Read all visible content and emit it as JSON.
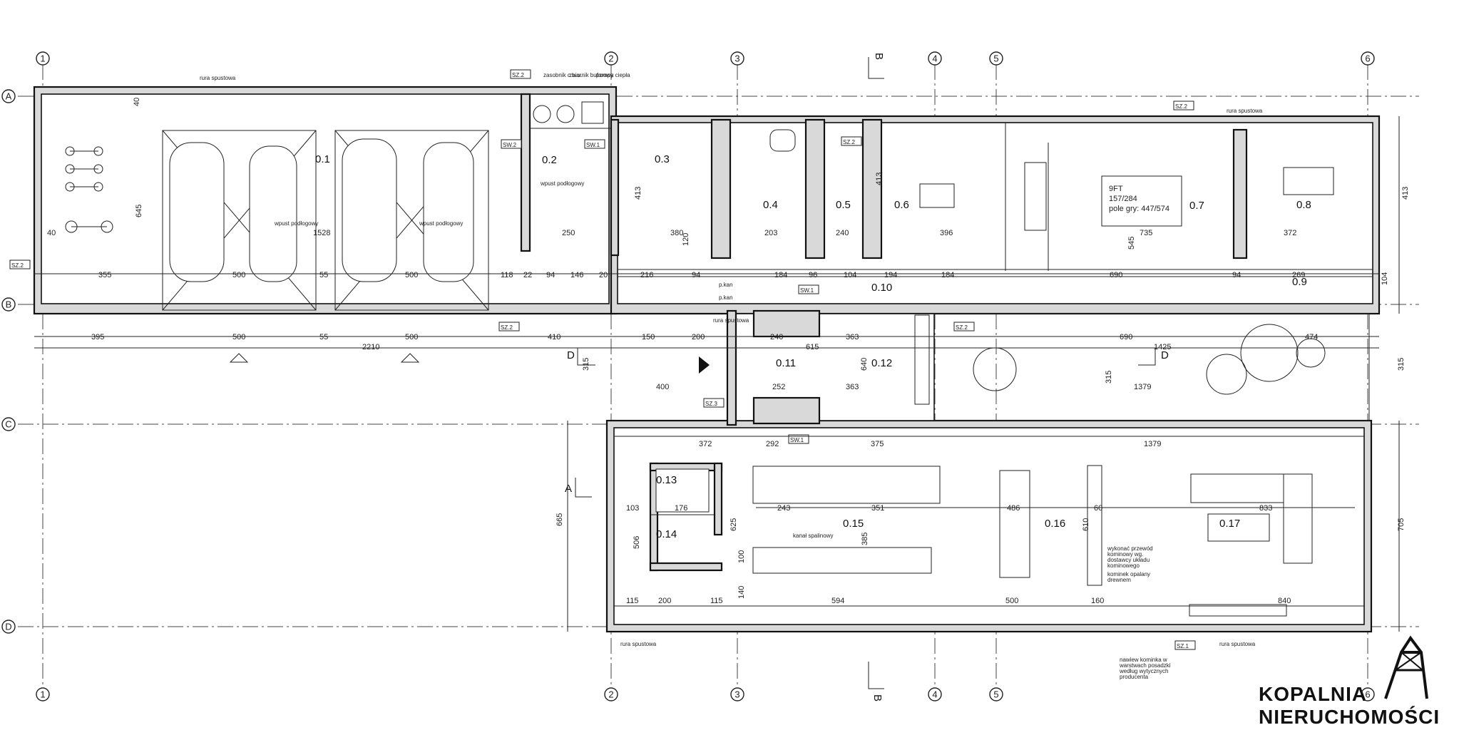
{
  "grid": {
    "cols": [
      {
        "label": "1"
      },
      {
        "label": "2"
      },
      {
        "label": "3"
      },
      {
        "label": "4"
      },
      {
        "label": "5"
      },
      {
        "label": "6"
      }
    ],
    "rows": [
      {
        "label": "A"
      },
      {
        "label": "B"
      },
      {
        "label": "C"
      },
      {
        "label": "D"
      }
    ]
  },
  "rooms": [
    {
      "label": "0.1"
    },
    {
      "label": "0.2"
    },
    {
      "label": "0.3"
    },
    {
      "label": "0.4"
    },
    {
      "label": "0.5"
    },
    {
      "label": "0.6"
    },
    {
      "label": "0.7"
    },
    {
      "label": "0.8"
    },
    {
      "label": "0.9"
    },
    {
      "label": "0.10"
    },
    {
      "label": "0.11"
    },
    {
      "label": "0.12"
    },
    {
      "label": "0.13"
    },
    {
      "label": "0.14"
    },
    {
      "label": "0.15"
    },
    {
      "label": "0.16"
    },
    {
      "label": "0.17"
    }
  ],
  "tags": [
    {
      "label": "SZ.2"
    },
    {
      "label": "SZ.2"
    },
    {
      "label": "SZ.2"
    },
    {
      "label": "SZ.2"
    },
    {
      "label": "SZ.2"
    },
    {
      "label": "SZ.2"
    },
    {
      "label": "SZ.1"
    },
    {
      "label": "SW.2"
    },
    {
      "label": "SW.1"
    },
    {
      "label": "SW.1"
    },
    {
      "label": "SW.1"
    },
    {
      "label": "SZ.3"
    }
  ],
  "sections": [
    {
      "label": "A"
    },
    {
      "label": "B"
    },
    {
      "label": "B"
    },
    {
      "label": "D"
    },
    {
      "label": "D"
    }
  ],
  "billiard": {
    "line1": "9FT",
    "line2": "157/284",
    "line3": "pole gry: 447/574"
  },
  "notes": {
    "rura": "rura spustowa",
    "zasobnik": "zasobnik c.w.u.",
    "zbiornik": "zbiornik buforowy",
    "pompa": "pompa ciepła",
    "wpust": "wpust podłogowy",
    "kanal": "kanał spalinowy",
    "komin_line1": "wykonać przewód",
    "komin_line2": "kominowy wg.",
    "komin_line3": "dostawcy układu",
    "komin_line4": "kominowego",
    "komin2_line1": "kominek opalany",
    "komin2_line2": "drewnem",
    "nawiew_line1": "nawiew kominka w",
    "nawiew_line2": "warstwach posadzki",
    "nawiew_line3": "według wytycznych",
    "nawiew_line4": "producenta",
    "pkan": "p.kan"
  },
  "dims": {
    "d40a": "40",
    "d645": "645",
    "d1528": "1528",
    "d40b": "40",
    "d355": "355",
    "d500a": "500",
    "d55a": "55",
    "d500b": "500",
    "d118": "118",
    "d22": "22",
    "d94a": "94",
    "d146": "146",
    "d20a": "20",
    "d216": "216",
    "d94b": "94",
    "d184a": "184",
    "d96": "96",
    "d104": "104",
    "d194": "194",
    "d184b": "184",
    "d690a": "690",
    "d94c": "94",
    "d269": "269",
    "d104b": "104",
    "d395": "395",
    "d500c": "500",
    "d55b": "55",
    "d500d": "500",
    "d410": "410",
    "d2210": "2210",
    "d150": "150",
    "d200a": "200",
    "d240a": "240",
    "d363a": "363",
    "d690b": "690",
    "d474": "474",
    "d1425": "1425",
    "d615": "615",
    "d315a": "315",
    "d400": "400",
    "d252": "252",
    "d363b": "363",
    "d1379a": "1379",
    "d640": "640",
    "d315b": "315",
    "d315c": "315",
    "d372a": "372",
    "d292": "292",
    "d375": "375",
    "d1379b": "1379",
    "d103": "103",
    "d176": "176",
    "d243": "243",
    "d351": "351",
    "d486": "486",
    "d60": "60",
    "d833": "833",
    "d665": "665",
    "d506": "506",
    "d625": "625",
    "d385": "385",
    "d610": "610",
    "d705": "705",
    "d115a": "115",
    "d200b": "200",
    "d115b": "115",
    "d594": "594",
    "d500e": "500",
    "d160": "160",
    "d840": "840",
    "d413a": "413",
    "d413b": "413",
    "d413c": "413",
    "d250": "250",
    "d380": "380",
    "d203": "203",
    "d240b": "240",
    "d396": "396",
    "d735": "735",
    "d545": "545",
    "d372b": "372",
    "d120": "120",
    "d140": "140",
    "d100": "100"
  },
  "logo": {
    "line1": "KOPALNIA",
    "line2": "NIERUCHOMOŚCI"
  }
}
